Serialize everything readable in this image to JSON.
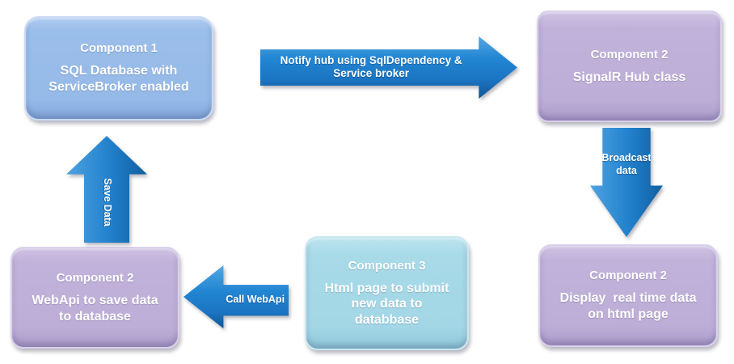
{
  "diagram": {
    "boxes": {
      "component1": {
        "title": "Component 1",
        "body": "SQL Database with\nServiceBroker enabled"
      },
      "signalr_hub": {
        "title": "Component 2",
        "body": "SignalR Hub class"
      },
      "display_realtime": {
        "title": "Component 2",
        "body": "Display  real time data\non html page"
      },
      "html_page": {
        "title": "Component 3",
        "body": "Html page to submit\nnew data to\ndatabbase"
      },
      "webapi": {
        "title": "Component 2",
        "body": "WebApi to save data\nto database"
      }
    },
    "arrows": {
      "notify_hub": {
        "label": "Notify hub using SqlDependency &\nService broker",
        "direction": "right"
      },
      "broadcast": {
        "label": "Broadcast\ndata",
        "direction": "down"
      },
      "save_data": {
        "label": "Save Data",
        "direction": "up"
      },
      "call_webapi": {
        "label": "Call WebApi",
        "direction": "left"
      }
    },
    "colors": {
      "blue_box": "#9BBEEA",
      "purple_box": "#BFB0D8",
      "cyan_box": "#A5D8E6",
      "arrow_blue": "#1B74C2",
      "text": "#FFFFFF",
      "page_background": "#FFFFFF"
    }
  }
}
